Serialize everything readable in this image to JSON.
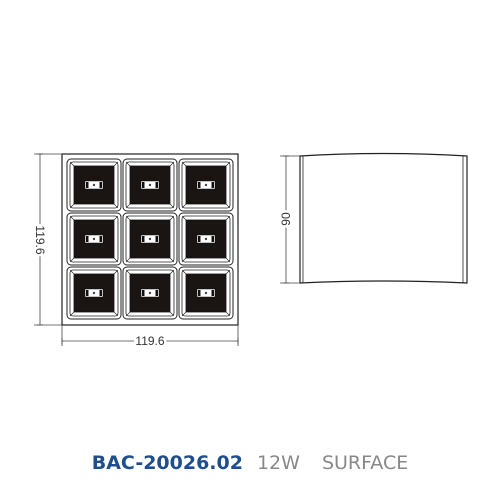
{
  "front_view": {
    "width_label": "119.6",
    "height_label": "119.6",
    "grid": {
      "rows": 3,
      "cols": 3
    }
  },
  "side_view": {
    "height_label": "90"
  },
  "caption": {
    "model": "BAC-20026.02",
    "power": "12W",
    "mounting": "SURFACE"
  }
}
